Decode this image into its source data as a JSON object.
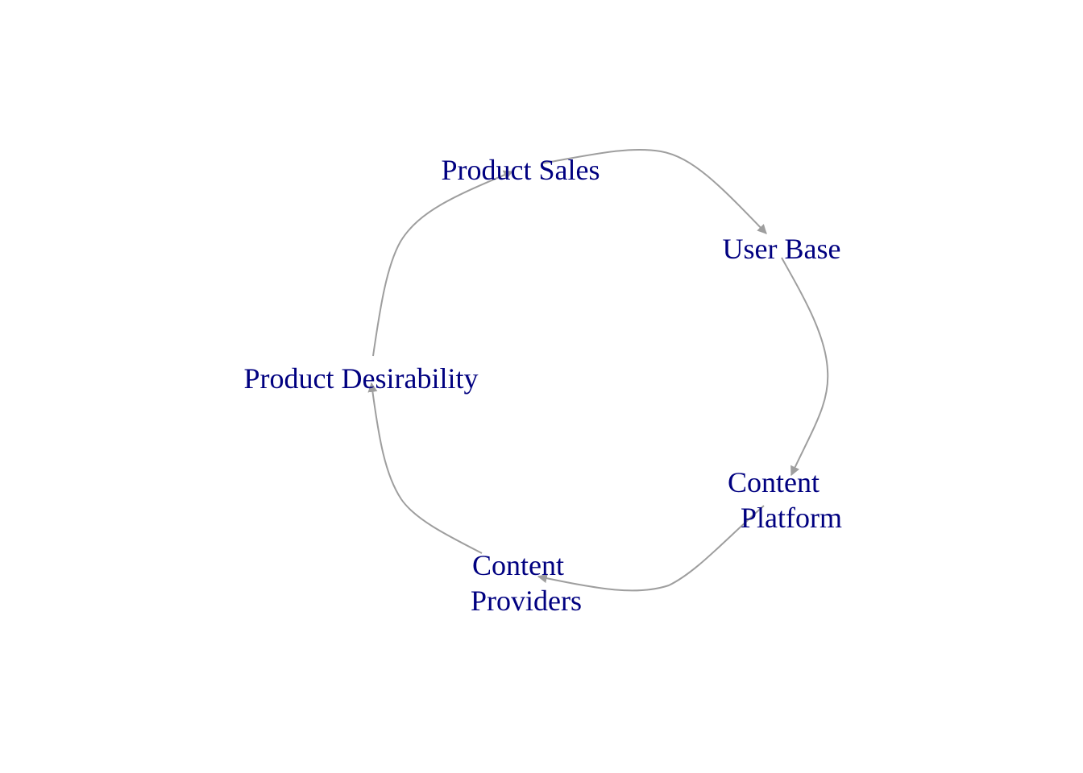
{
  "diagram": {
    "type": "causal-loop",
    "colors": {
      "background": "#ffffff",
      "label": "#000080",
      "edge": "#9e9e9e"
    },
    "nodes": [
      {
        "id": "product-sales",
        "lines": [
          "Product Sales"
        ]
      },
      {
        "id": "user-base",
        "lines": [
          "User Base"
        ]
      },
      {
        "id": "content-platform",
        "lines": [
          "Content",
          "Platform"
        ]
      },
      {
        "id": "content-providers",
        "lines": [
          "Content",
          "Providers"
        ]
      },
      {
        "id": "product-desirability",
        "lines": [
          "Product Desirability"
        ]
      }
    ],
    "edges": [
      {
        "from": "product-sales",
        "to": "user-base"
      },
      {
        "from": "user-base",
        "to": "content-platform"
      },
      {
        "from": "content-platform",
        "to": "content-providers"
      },
      {
        "from": "content-providers",
        "to": "product-desirability"
      },
      {
        "from": "product-desirability",
        "to": "product-sales"
      }
    ]
  }
}
